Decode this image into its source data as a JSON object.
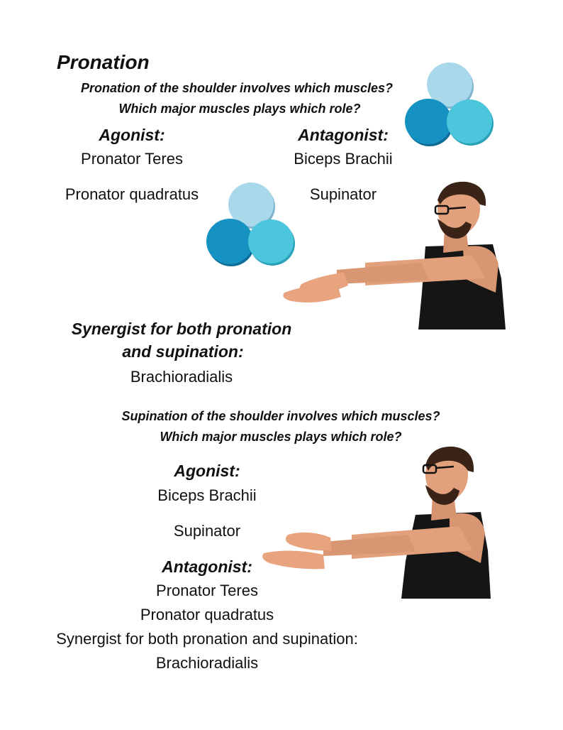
{
  "pronation": {
    "title": "Pronation",
    "question_1": "Pronation of the shoulder involves which muscles?",
    "question_2": "Which major muscles plays which role?",
    "agonist_heading": "Agonist:",
    "agonists": [
      "Pronator Teres",
      "Pronator quadratus"
    ],
    "antagonist_heading": "Antagonist:",
    "antagonists": [
      "Biceps Brachii",
      "Supinator"
    ],
    "synergist_heading_1": "Synergist for both pronation",
    "synergist_heading_2": "and supination:",
    "synergist": "Brachioradialis"
  },
  "supination": {
    "question_1": "Supination of the shoulder involves which muscles?",
    "question_2": "Which major muscles plays which role?",
    "agonist_heading": "Agonist:",
    "agonists": [
      "Biceps Brachii",
      "Supinator"
    ],
    "antagonist_heading": "Antagonist:",
    "antagonists": [
      "Pronator Teres",
      "Pronator quadratus"
    ],
    "synergist_line": "Synergist for both pronation and supination:",
    "synergist": "Brachioradialis"
  },
  "colors": {
    "circle_light": "#a9d8ea",
    "circle_dark": "#1591c2",
    "circle_cyan": "#4bc6dc",
    "skin": "#e7a47e",
    "tank_top": "#151515",
    "hair": "#3a2418"
  }
}
